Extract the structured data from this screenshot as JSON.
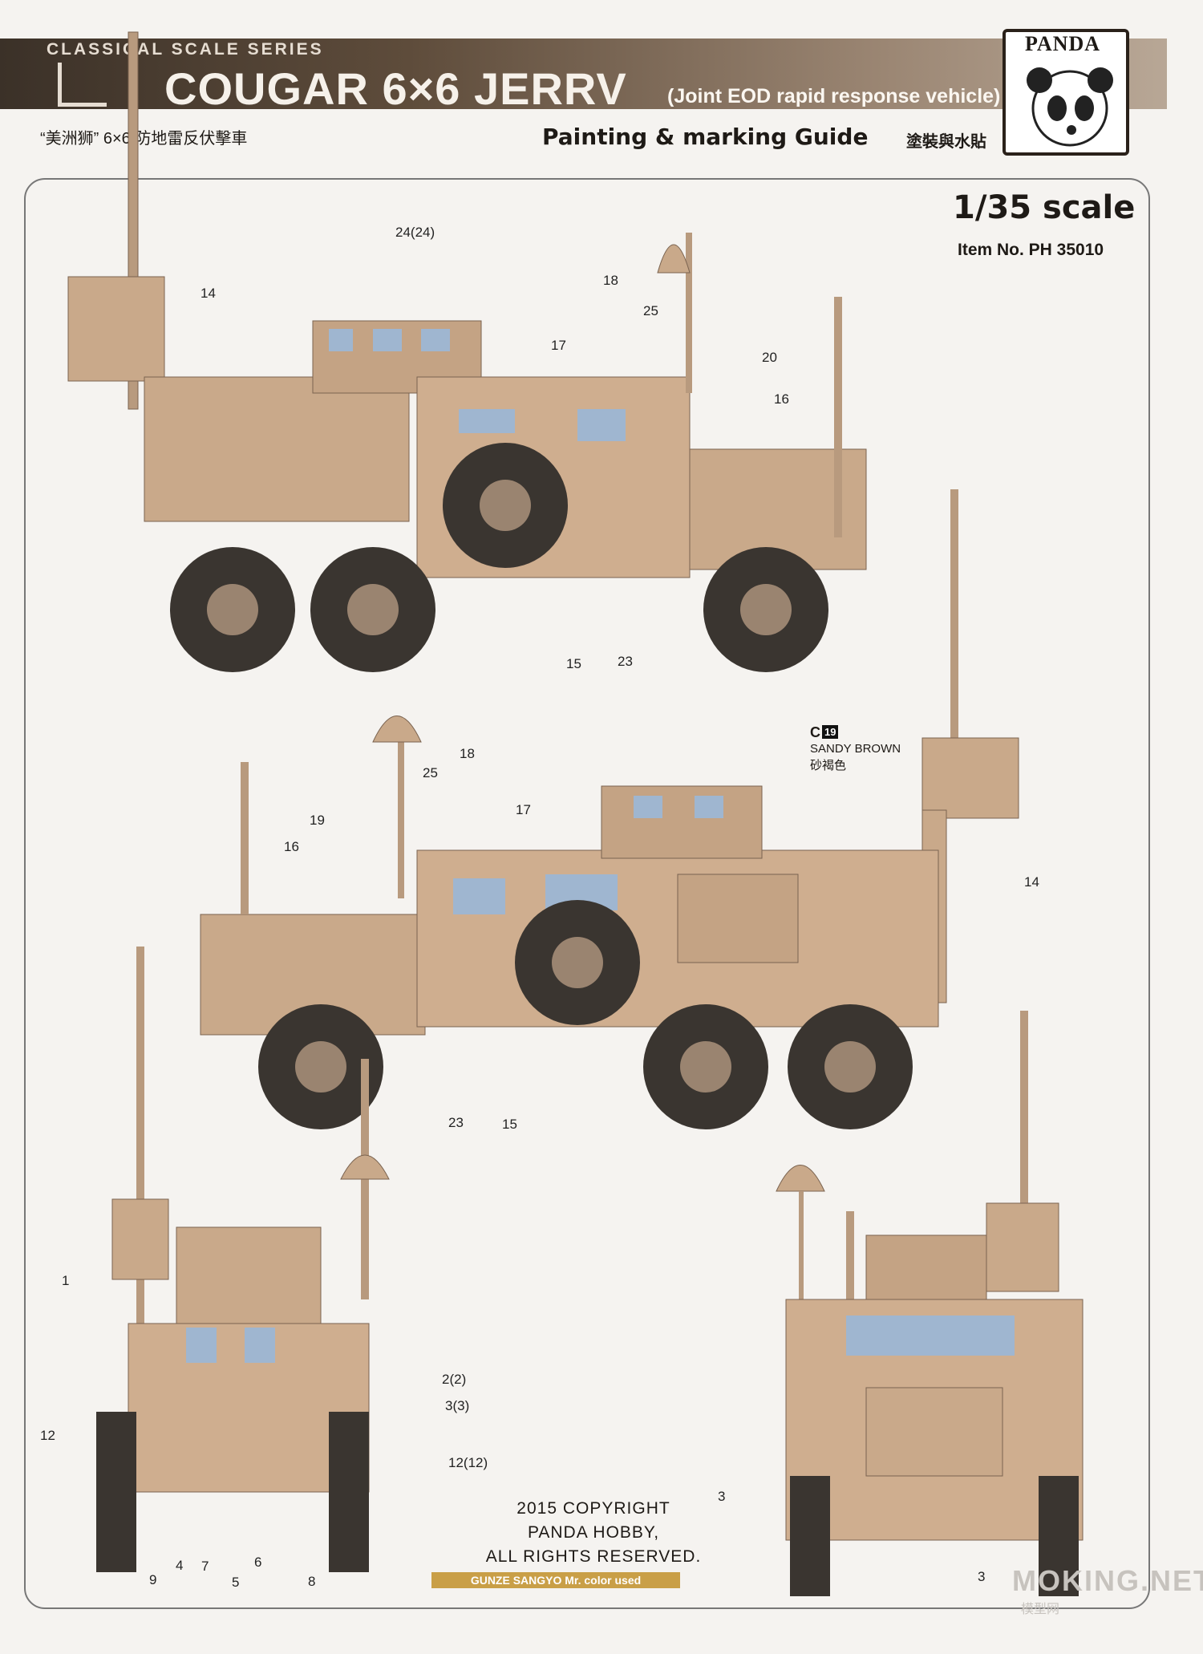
{
  "header": {
    "series": "CLASSICAL SCALE SERIES",
    "title": "COUGAR 6×6 JERRV",
    "subtitle": "(Joint EOD rapid response vehicle)",
    "chinese_title": "“美洲狮” 6×6 防地雷反伏擊車",
    "guide": "Painting & marking Guide",
    "guide_chinese": "塗裝與水貼",
    "logo": "PANDA"
  },
  "info": {
    "scale": "1/35 scale",
    "item_no": "Item No. PH 35010"
  },
  "color_ref": {
    "code": "C",
    "number": "19",
    "name": "SANDY BROWN",
    "name_cn": "砂褐色"
  },
  "callouts": {
    "side_left": [
      "24(24)",
      "14",
      "18",
      "25",
      "17",
      "20",
      "16",
      "15",
      "23"
    ],
    "side_right": [
      "25",
      "18",
      "17",
      "19",
      "16",
      "14",
      "23",
      "15"
    ],
    "rear": [
      "1",
      "2(2)",
      "3(3)",
      "12",
      "12(12)",
      "9",
      "4",
      "7",
      "6",
      "5",
      "8"
    ],
    "front": [
      "3",
      "3"
    ]
  },
  "footer": {
    "copyright": "2015 COPYRIGHT\nPANDA HOBBY,\nALL RIGHTS RESERVED.",
    "paint": "GUNZE SANGYO Mr. color used"
  },
  "watermark": {
    "text": "MOKING.NET",
    "cn": "模型网"
  },
  "colors": {
    "vehicle": "#c9a98a",
    "vehicle_dark": "#8e7561",
    "tire": "#3a3530",
    "glass": "#9fb6d0",
    "banner": "#5e4c3b",
    "gunze": "#c99f47"
  }
}
